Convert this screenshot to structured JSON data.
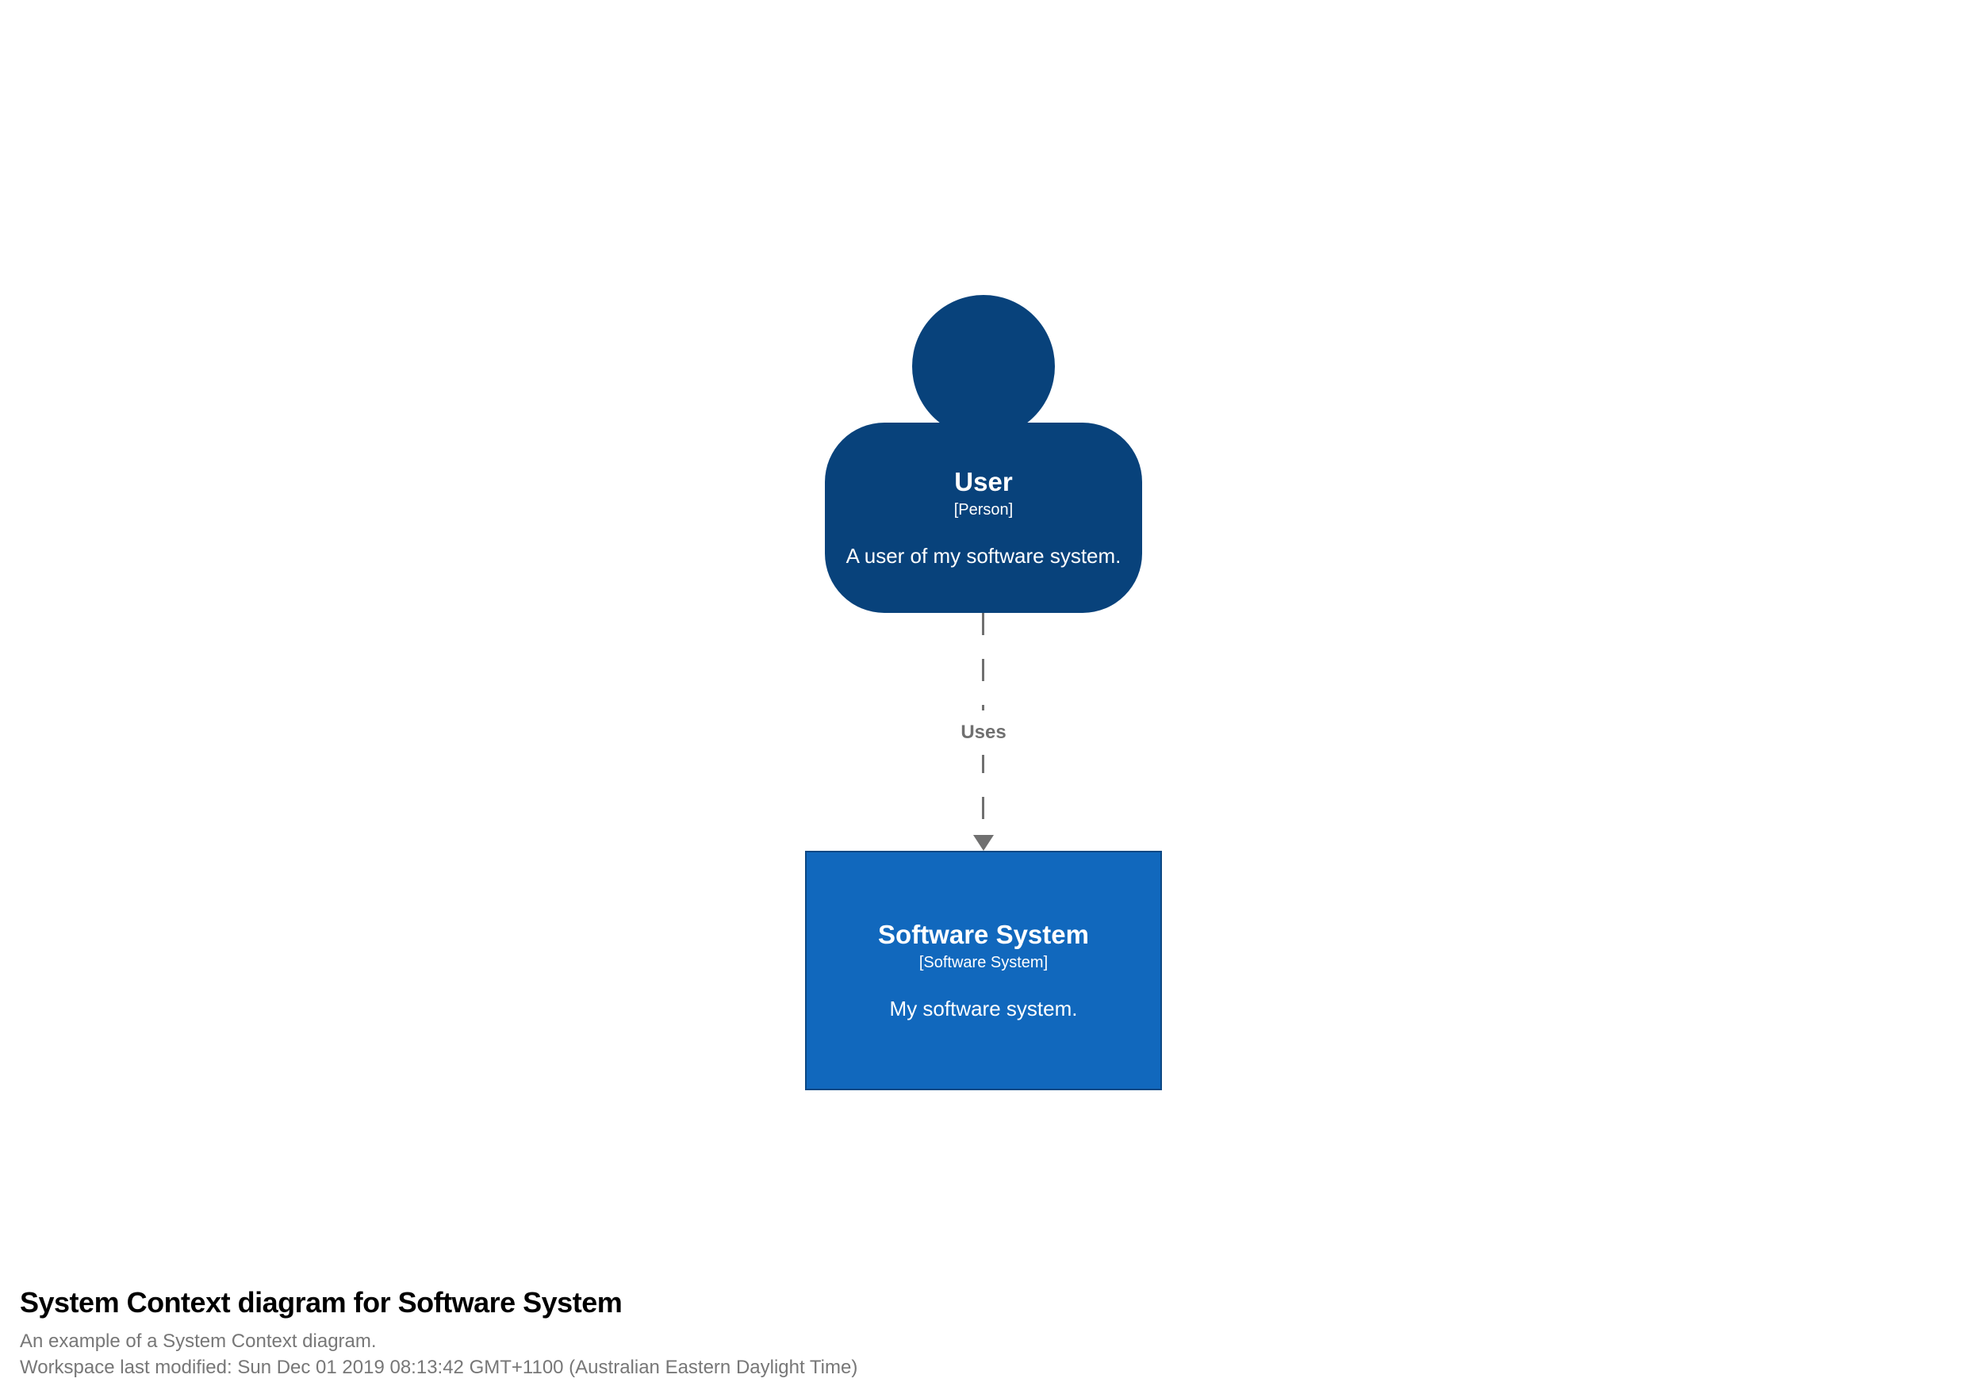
{
  "diagram": {
    "person": {
      "name": "User",
      "meta": "[Person]",
      "description": "A user of my software system."
    },
    "relationship": {
      "label": "Uses"
    },
    "system": {
      "name": "Software System",
      "meta": "[Software System]",
      "description": "My software system."
    }
  },
  "footer": {
    "title": "System Context diagram for Software System",
    "subtitle": "An example of a System Context diagram.",
    "modified": "Workspace last modified: Sun Dec 01 2019 08:13:42 GMT+1100 (Australian Eastern Daylight Time)"
  },
  "colors": {
    "person_background": "#08427b",
    "system_background": "#1168bd",
    "system_border": "#0b4884",
    "relationship_gray": "#707070",
    "muted_text": "#777777",
    "title_text": "#000000",
    "node_text": "#ffffff",
    "canvas_background": "#ffffff"
  }
}
